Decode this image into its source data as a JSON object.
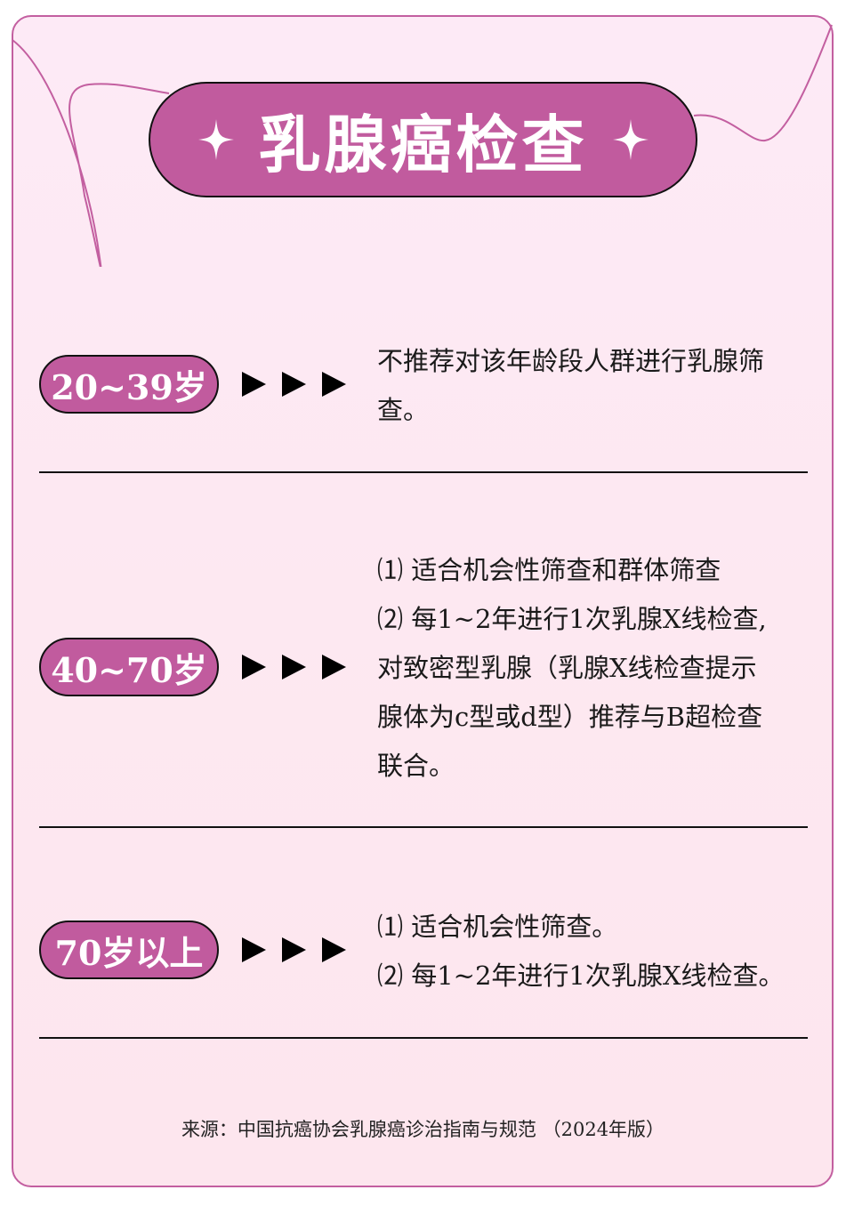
{
  "title": "乳腺癌检查",
  "title_icons": [
    "sparkle-icon",
    "sparkle-icon"
  ],
  "colors": {
    "accent": "#c15b9e",
    "border": "#c35fa0",
    "background": "#fde8f1",
    "text": "#1a1a1a"
  },
  "sections": [
    {
      "age": "20~39岁",
      "arrow_icons": [
        "triangle-right-icon",
        "triangle-right-icon",
        "triangle-right-icon"
      ],
      "lines": [
        "不推荐对该年龄段人群进行乳腺筛",
        "查。"
      ]
    },
    {
      "age": "40~70岁",
      "arrow_icons": [
        "triangle-right-icon",
        "triangle-right-icon",
        "triangle-right-icon"
      ],
      "lines": [
        "⑴ 适合机会性筛查和群体筛查",
        "⑵ 每1~2年进行1次乳腺X线检查,",
        "对致密型乳腺（乳腺X线检查提示",
        "腺体为c型或d型）推荐与B超检查",
        "联合。"
      ]
    },
    {
      "age": "70岁以上",
      "arrow_icons": [
        "triangle-right-icon",
        "triangle-right-icon",
        "triangle-right-icon"
      ],
      "lines": [
        "⑴ 适合机会性筛查。",
        "⑵ 每1~2年进行1次乳腺X线检查。"
      ]
    }
  ],
  "source": "来源：中国抗癌协会乳腺癌诊治指南与规范 （2024年版）"
}
